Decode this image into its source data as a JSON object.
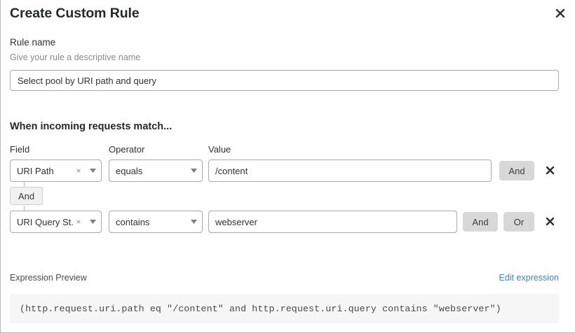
{
  "dialog": {
    "title": "Create Custom Rule",
    "close_icon": "close-icon"
  },
  "rule_name": {
    "label": "Rule name",
    "description": "Give your rule a descriptive name",
    "value": "Select pool by URI path and query",
    "placeholder": "Rule name"
  },
  "match_section": {
    "heading": "When incoming requests match...",
    "columns": {
      "field": "Field",
      "operator": "Operator",
      "value": "Value"
    },
    "rows": [
      {
        "field": "URI Path",
        "field_clear_icon": "clear-icon",
        "field_arrow_icon": "chevron-down-icon",
        "operator": "equals",
        "operator_arrow_icon": "chevron-down-icon",
        "value": "/content",
        "value_placeholder": "Value",
        "and_label": "And",
        "delete_icon": "close-icon"
      },
      {
        "field": "URI Query St...",
        "field_clear_icon": "clear-icon",
        "field_arrow_icon": "chevron-down-icon",
        "operator": "contains",
        "operator_arrow_icon": "chevron-down-icon",
        "value": "webserver",
        "value_placeholder": "Value",
        "and_label": "And",
        "or_label": "Or",
        "delete_icon": "close-icon"
      }
    ],
    "connector_label": "And"
  },
  "expression_preview": {
    "label": "Expression Preview",
    "edit_link": "Edit expression",
    "expression": "(http.request.uri.path eq \"/content\" and http.request.uri.query contains \"webserver\")"
  },
  "colors": {
    "text_primary": "#313131",
    "text_muted": "#8a8a8a",
    "border": "#a9a9a9",
    "logic_button_bg": "#d8d8d8",
    "connector_bg": "#f1f1f1",
    "expr_bg": "#f6f6f6",
    "link": "#4a7fb0"
  }
}
